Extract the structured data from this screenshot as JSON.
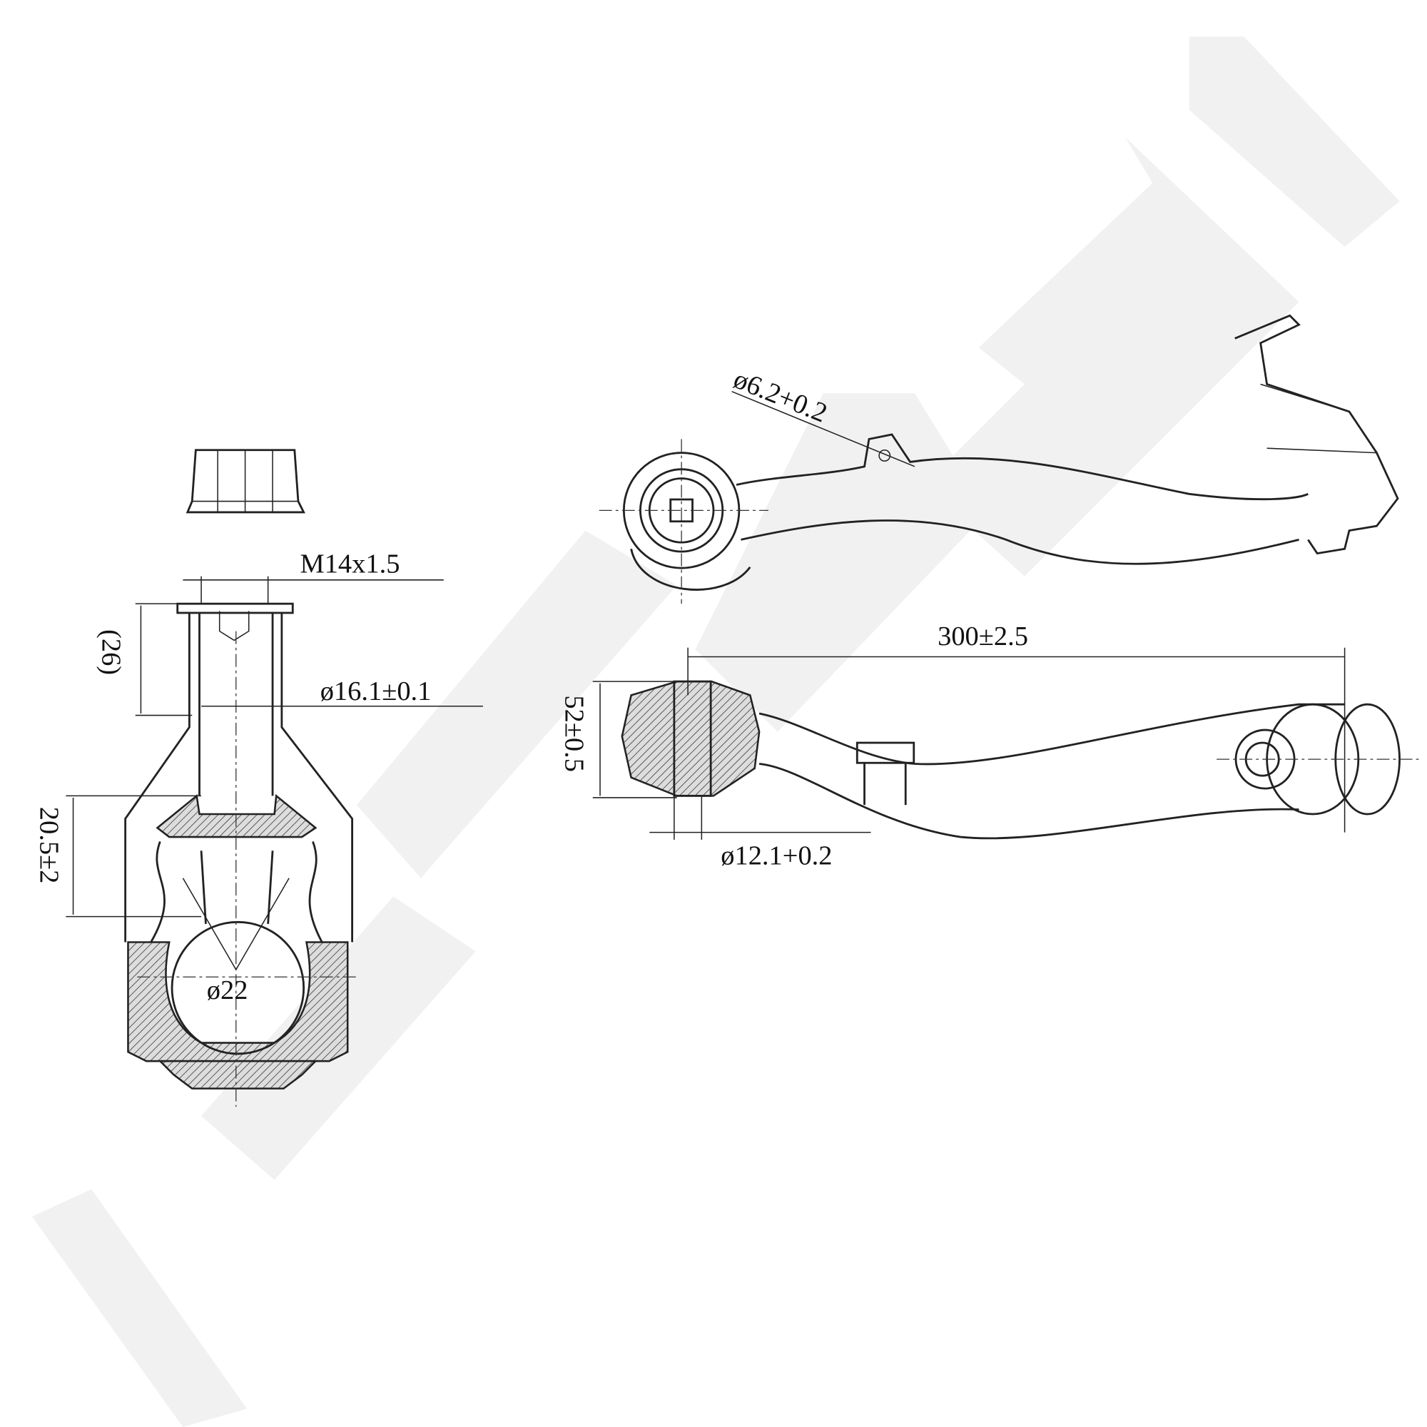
{
  "dimensions": {
    "thread": "M14x1.5",
    "shank_height": "(26)",
    "taper_diameter": "ø16.1±0.1",
    "boot_height": "20.5±2",
    "ball_diameter": "ø22",
    "hole_diameter": "ø6.2+0.2",
    "arm_length": "300±2.5",
    "bushing_width": "52±0.5",
    "bushing_bore": "ø12.1+0.2"
  },
  "colors": {
    "line": "#222222",
    "watermark": "#f1f1f1"
  }
}
